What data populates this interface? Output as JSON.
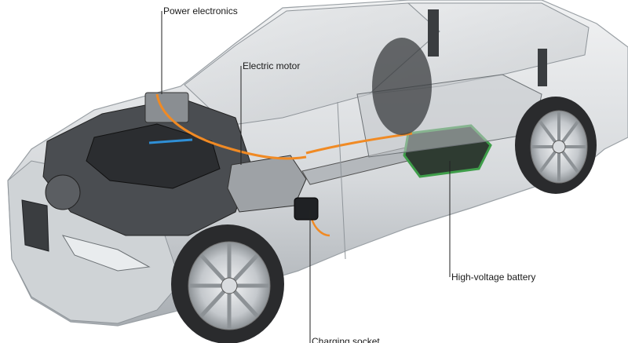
{
  "labels": {
    "power_electronics": "Power electronics",
    "electric_motor": "Electric motor",
    "high_voltage_battery": "High-voltage battery",
    "charging_socket": "Charging socket"
  },
  "colors": {
    "body_silver": "#d9dcdf",
    "body_shadow": "#a9aeb3",
    "tire": "#2a2b2d",
    "rim": "#c9ccd0",
    "hv_cable": "#f08a24",
    "battery_green": "#3f9e4a",
    "leader_line": "#222222"
  }
}
